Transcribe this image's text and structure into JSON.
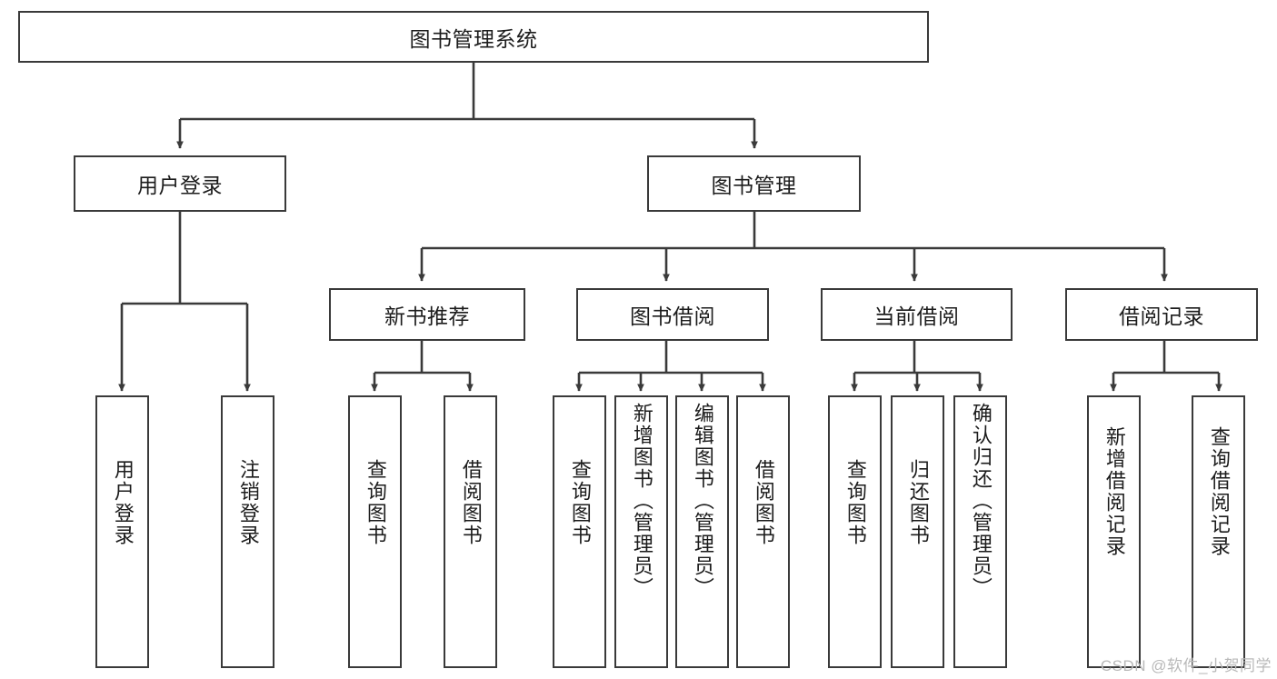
{
  "diagram": {
    "type": "tree-hierarchy",
    "title": "图书管理系统",
    "watermark": "CSDN @软件_小贺同学",
    "colors": {
      "stroke": "#3a3a3a",
      "fill": "#ffffff",
      "text": "#1c1c1c",
      "watermark": "#b9b9b9"
    },
    "root": {
      "label": "图书管理系统",
      "children": [
        {
          "label": "用户登录",
          "children": [
            {
              "label": "用户登录"
            },
            {
              "label": "注销登录"
            }
          ]
        },
        {
          "label": "图书管理",
          "children": [
            {
              "label": "新书推荐",
              "children": [
                {
                  "label": "查询图书"
                },
                {
                  "label": "借阅图书"
                }
              ]
            },
            {
              "label": "图书借阅",
              "children": [
                {
                  "label": "查询图书"
                },
                {
                  "label": "新增图书（管理员）"
                },
                {
                  "label": "编辑图书（管理员）"
                },
                {
                  "label": "借阅图书"
                }
              ]
            },
            {
              "label": "当前借阅",
              "children": [
                {
                  "label": "查询图书"
                },
                {
                  "label": "归还图书"
                },
                {
                  "label": "确认归还（管理员）"
                }
              ]
            },
            {
              "label": "借阅记录",
              "children": [
                {
                  "label": "新增借阅记录"
                },
                {
                  "label": "查询借阅记录"
                }
              ]
            }
          ]
        }
      ]
    },
    "nodes": {
      "root": "图书管理系统",
      "user_login": "用户登录",
      "book_manage": "图书管理",
      "new_book_rec": "新书推荐",
      "book_borrow": "图书借阅",
      "current_borrow": "当前借阅",
      "borrow_record": "借阅记录",
      "leaf_user_login": "用户登录",
      "leaf_logout": "注销登录",
      "leaf_rec_query": "查询图书",
      "leaf_rec_borrow": "借阅图书",
      "leaf_bb_query": "查询图书",
      "leaf_bb_add": "新增图书（管理员）",
      "leaf_bb_edit": "编辑图书（管理员）",
      "leaf_bb_borrow": "借阅图书",
      "leaf_cb_query": "查询图书",
      "leaf_cb_return": "归还图书",
      "leaf_cb_confirm": "确认归还（管理员）",
      "leaf_br_add": "新增借阅记录",
      "leaf_br_query": "查询借阅记录"
    }
  }
}
